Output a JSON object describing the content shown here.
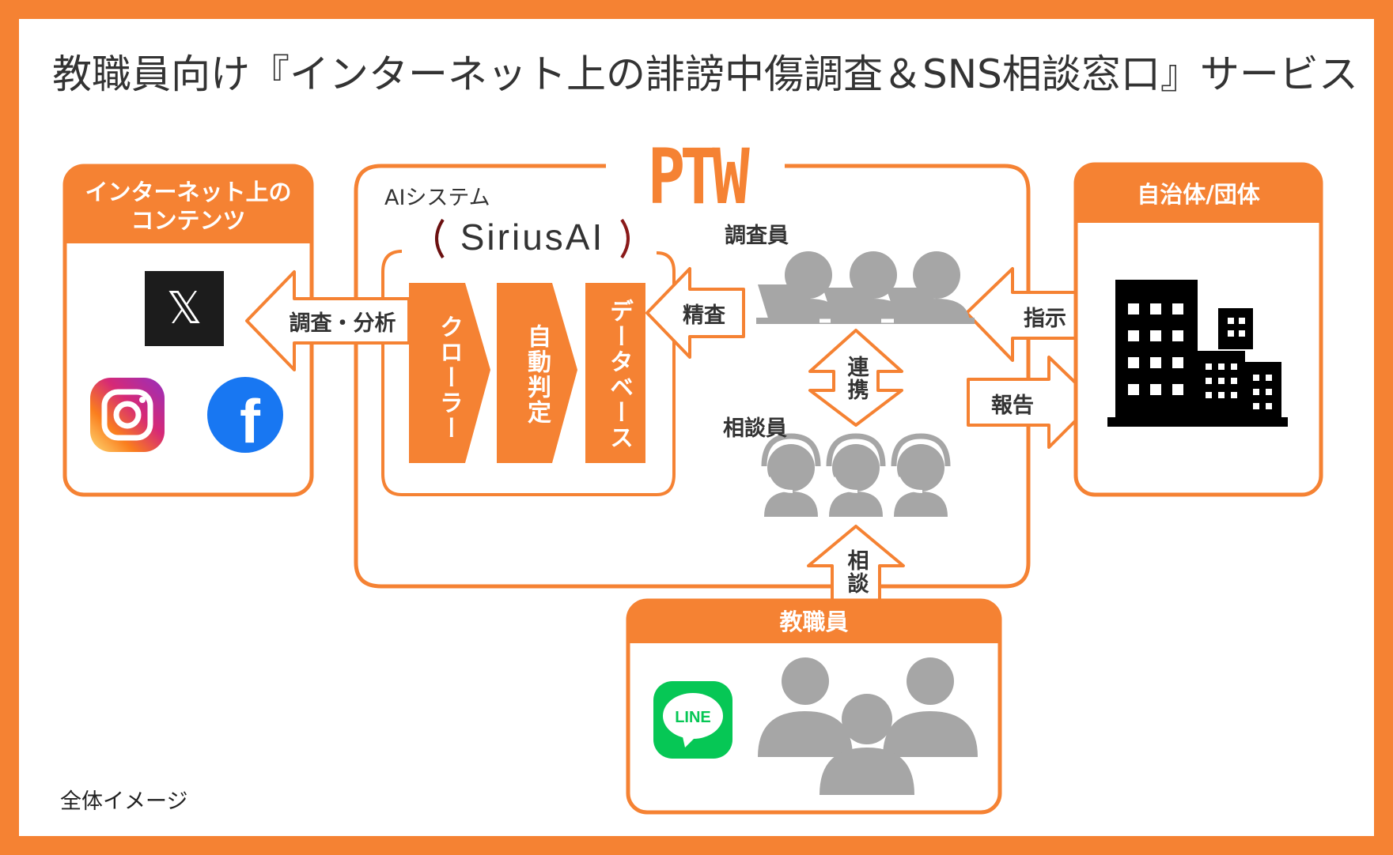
{
  "title": "教職員向け『インターネット上の誹謗中傷調査＆SNS相談窓口』サービス",
  "caption": "全体イメージ",
  "colors": {
    "accent": "#F58233",
    "figure": "#A6A6A6",
    "text": "#333333",
    "dark": "#000000"
  },
  "ptw": {
    "label": "PTW",
    "ai_system_label": "AIシステム",
    "logo_text": "SiriusAI"
  },
  "internet_box": {
    "header_line1": "インターネット上の",
    "header_line2": "コンテンツ",
    "icons": [
      "x-logo-icon",
      "instagram-logo-icon",
      "facebook-logo-icon"
    ],
    "x_glyph": "𝕏",
    "facebook_glyph": "f"
  },
  "pipeline": [
    "クローラー",
    "自動判定",
    "データベース"
  ],
  "arrows": {
    "survey_analysis": "調査・分析",
    "scrutiny": "精査",
    "instruction": "指示",
    "report": "報告",
    "cooperation": "連携",
    "consultation": "相談"
  },
  "staff": {
    "investigators": "調査員",
    "consultants": "相談員"
  },
  "municipality_box": {
    "header": "自治体/団体",
    "icon": "office-buildings-icon"
  },
  "teachers_box": {
    "header": "教職員",
    "line_label": "LINE",
    "icons": [
      "line-app-icon",
      "people-group-icon"
    ]
  }
}
